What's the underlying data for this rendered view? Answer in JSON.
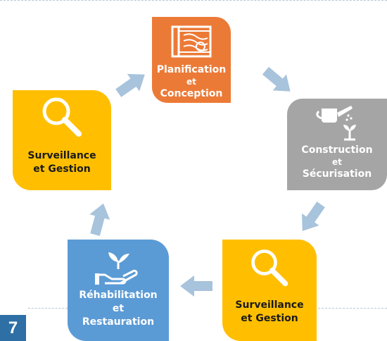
{
  "steps": {
    "plan": {
      "line1": "Planification",
      "line2": "et",
      "line3": "Conception",
      "icon": "blueprint-icon"
    },
    "construction": {
      "line1": "Construction",
      "line2": "et",
      "line3": "Sécurisation",
      "icon": "watering-can-icon"
    },
    "surveillance_left": {
      "line1": "Surveillance",
      "line2": "et Gestion",
      "icon": "magnifier-icon"
    },
    "surveillance_bottom": {
      "line1": "Surveillance",
      "line2": "et Gestion",
      "icon": "magnifier-icon"
    },
    "rehab": {
      "line1": "Réhabilitation",
      "line2": "et",
      "line3": "Restauration",
      "icon": "hand-plant-icon"
    }
  },
  "colors": {
    "orange": "#ec7a37",
    "gray": "#a5a5a5",
    "yellow": "#ffbf00",
    "blue": "#5b9bd5",
    "arrow": "#a8c3dc",
    "page_badge": "#2e6fa6"
  },
  "page_number": "7"
}
